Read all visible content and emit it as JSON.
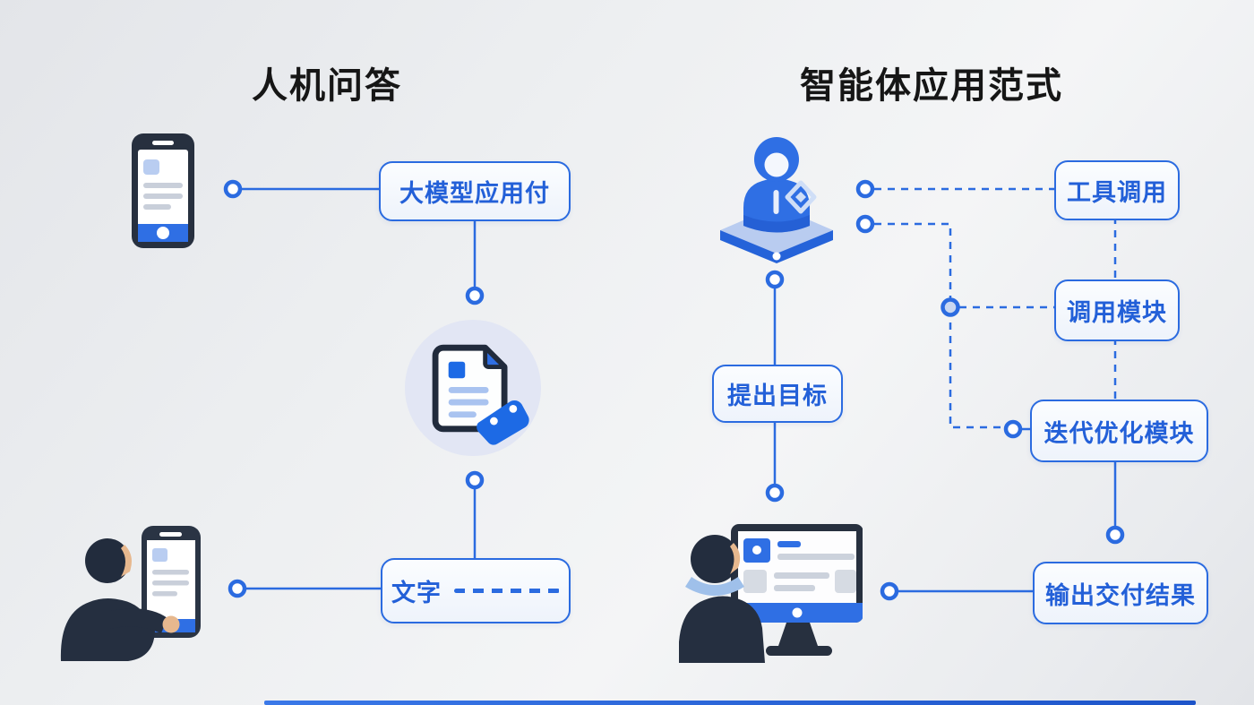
{
  "colors": {
    "accent": "#2b6be0",
    "title_text": "#161616",
    "box_text": "#2360d8",
    "icon_blue": "#2f6fe4",
    "icon_navy": "#27303f",
    "icon_light_blue": "#b9cdf1"
  },
  "left_panel": {
    "title": "人机问答",
    "icons": {
      "top": "smartphone-icon",
      "center": "document-badge-icon",
      "bottom": "person-holding-phone-icon"
    },
    "boxes": {
      "model_app": "大模型应用付",
      "text": "文字"
    }
  },
  "right_panel": {
    "title": "智能体应用范式",
    "icons": {
      "top": "agent-on-platform-icon",
      "bottom": "person-at-computer-icon"
    },
    "boxes": {
      "propose_goal": "提出目标",
      "tool_call": "工具调用",
      "call_module": "调用模块",
      "iterate": "迭代优化模块",
      "output": "输出交付结果"
    }
  }
}
